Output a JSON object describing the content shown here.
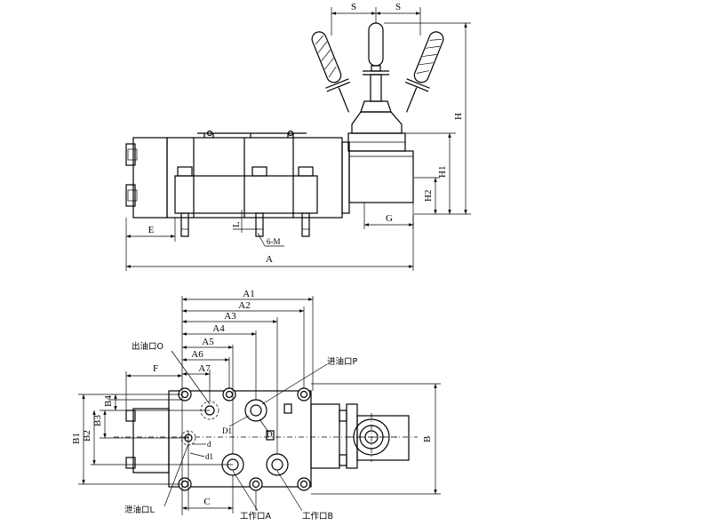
{
  "top_view": {
    "dims": {
      "S_left": "S",
      "S_right": "S",
      "H": "H",
      "H1": "H1",
      "H2": "H2",
      "G": "G",
      "E": "E",
      "L": "L",
      "A": "A",
      "thread": "6-M"
    }
  },
  "bottom_view": {
    "dims": {
      "A1": "A1",
      "A2": "A2",
      "A3": "A3",
      "A4": "A4",
      "A5": "A5",
      "A6": "A6",
      "A7": "A7",
      "F": "F",
      "B": "B",
      "B1": "B1",
      "B2": "B2",
      "B3": "B3",
      "B4": "B4",
      "C": "C",
      "D": "D",
      "D1": "D1",
      "d": "d",
      "d1": "d1"
    },
    "ports": {
      "outlet_O": "出油口O",
      "inlet_P": "进油口P",
      "drain_L": "泄油口L",
      "work_A": "工作口A",
      "work_B": "工作口B"
    }
  }
}
